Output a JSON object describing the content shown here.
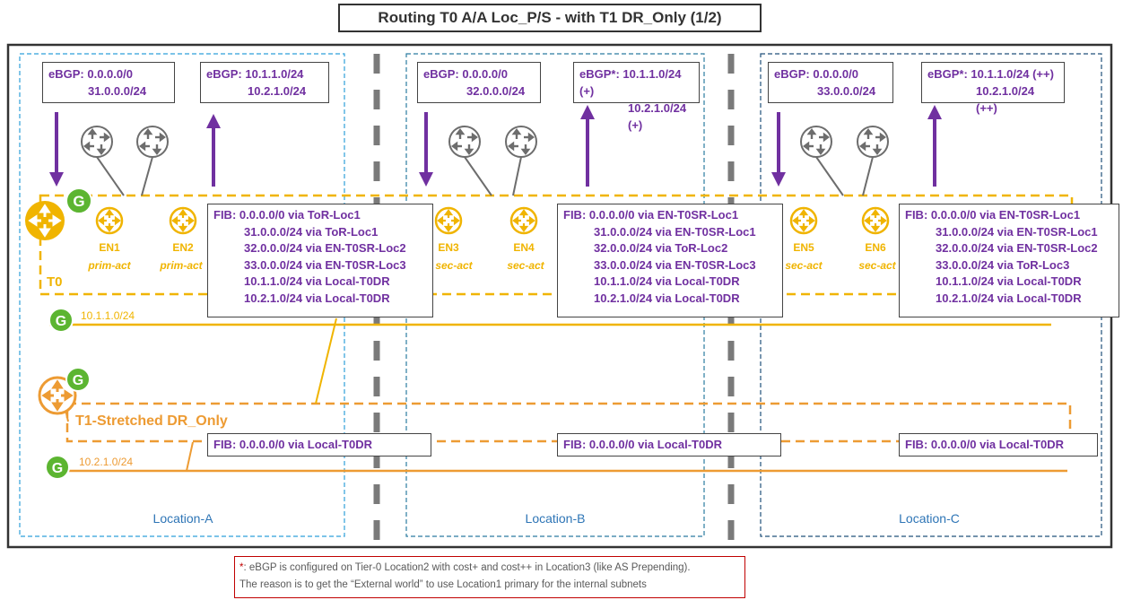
{
  "title": "Routing T0 A/A Loc_P/S - with T1 DR_Only (1/2)",
  "locations": [
    {
      "name": "Location-A",
      "bgp_in": {
        "label": "eBGP:",
        "lines": [
          "0.0.0.0/0",
          "31.0.0.0/24"
        ]
      },
      "bgp_out": {
        "label": "eBGP:",
        "lines": [
          "10.1.1.0/24",
          "10.2.1.0/24"
        ]
      },
      "edges": [
        {
          "name": "EN1",
          "mode": "prim-act"
        },
        {
          "name": "EN2",
          "mode": "prim-act"
        }
      ],
      "fib_t0": [
        "FIB: 0.0.0.0/0 via ToR-Loc1",
        "31.0.0.0/24 via ToR-Loc1",
        "32.0.0.0/24 via EN-T0SR-Loc2",
        "33.0.0.0/24 via EN-T0SR-Loc3",
        "10.1.1.0/24 via Local-T0DR",
        "10.2.1.0/24 via Local-T0DR"
      ],
      "fib_t1": "FIB: 0.0.0.0/0 via Local-T0DR"
    },
    {
      "name": "Location-B",
      "bgp_in": {
        "label": "eBGP:",
        "lines": [
          "0.0.0.0/0",
          "32.0.0.0/24"
        ]
      },
      "bgp_out": {
        "label": "eBGP*:",
        "lines": [
          "10.1.1.0/24 (+)",
          "10.2.1.0/24 (+)"
        ]
      },
      "edges": [
        {
          "name": "EN3",
          "mode": "sec-act"
        },
        {
          "name": "EN4",
          "mode": "sec-act"
        }
      ],
      "fib_t0": [
        "FIB: 0.0.0.0/0 via EN-T0SR-Loc1",
        "31.0.0.0/24 via EN-T0SR-Loc1",
        "32.0.0.0/24 via ToR-Loc2",
        "33.0.0.0/24 via EN-T0SR-Loc3",
        "10.1.1.0/24 via Local-T0DR",
        "10.2.1.0/24 via Local-T0DR"
      ],
      "fib_t1": "FIB: 0.0.0.0/0 via Local-T0DR"
    },
    {
      "name": "Location-C",
      "bgp_in": {
        "label": "eBGP:",
        "lines": [
          "0.0.0.0/0",
          "33.0.0.0/24"
        ]
      },
      "bgp_out": {
        "label": "eBGP*:",
        "lines": [
          "10.1.1.0/24 (++)",
          "10.2.1.0/24 (++)"
        ]
      },
      "edges": [
        {
          "name": "EN5",
          "mode": "sec-act"
        },
        {
          "name": "EN6",
          "mode": "sec-act"
        }
      ],
      "fib_t0": [
        "FIB: 0.0.0.0/0 via EN-T0SR-Loc1",
        "31.0.0.0/24 via EN-T0SR-Loc1",
        "32.0.0.0/24 via EN-T0SR-Loc2",
        "33.0.0.0/24 via ToR-Loc3",
        "10.1.1.0/24 via Local-T0DR",
        "10.2.1.0/24 via Local-T0DR"
      ],
      "fib_t1": "FIB: 0.0.0.0/0 via Local-T0DR"
    }
  ],
  "t0_label": "T0",
  "t1_label": "T1-Stretched DR_Only",
  "segments": [
    "10.1.1.0/24",
    "10.2.1.0/24"
  ],
  "g_badge": "G",
  "note": {
    "star": "*",
    "line1": ": eBGP is configured on Tier-0 Location2 with cost+ and cost++ in Location3 (like AS Prepending).",
    "line2": "The reason is to get the “External world” to use Location1 primary for the internal subnets"
  },
  "colors": {
    "t0": "#f0b400",
    "t1": "#ed9b33",
    "bgp": "#7030a0",
    "g": "#5cb531",
    "location": "#2e75b6"
  }
}
